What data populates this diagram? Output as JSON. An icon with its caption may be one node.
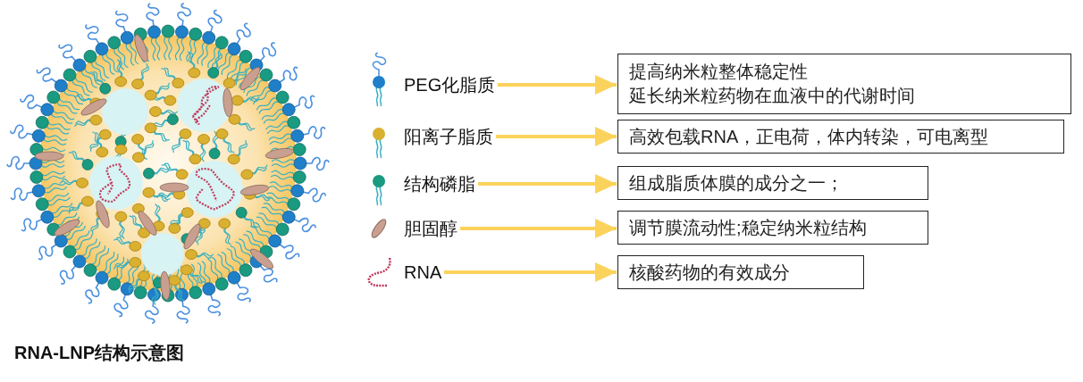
{
  "diagram": {
    "caption": "RNA-LNP结构示意图",
    "nodes": [
      {
        "text": [
          "PEG化脂质"
        ]
      },
      {
        "text": [
          "阳离子脂质"
        ]
      },
      {
        "text": [
          "结构磷脂"
        ]
      },
      {
        "text": [
          "胆固醇"
        ]
      },
      {
        "text": [
          "RNA"
        ]
      },
      {
        "text": [
          "提高纳米粒整体稳定性",
          "延长纳米粒药物在血液中的代谢时间"
        ]
      },
      {
        "text": [
          "高效包载RNA，正电荷，体内转染，可电离型"
        ]
      },
      {
        "text": [
          "组成脂质体膜的成分之一；"
        ]
      },
      {
        "text": [
          "调节膜流动性;稳定纳米粒结构"
        ]
      },
      {
        "text": [
          "核酸药物的有效成分"
        ]
      }
    ],
    "edges": [
      {
        "from": 0,
        "to": 5,
        "arrow": "to",
        "color": "#fbd35c"
      },
      {
        "from": 1,
        "to": 6,
        "arrow": "to",
        "color": "#fbd35c"
      },
      {
        "from": 2,
        "to": 7,
        "arrow": "to",
        "color": "#fbd35c"
      },
      {
        "from": 3,
        "to": 8,
        "arrow": "to",
        "color": "#fbd35c"
      },
      {
        "from": 4,
        "to": 9,
        "arrow": "to",
        "color": "#fbd35c"
      }
    ]
  }
}
